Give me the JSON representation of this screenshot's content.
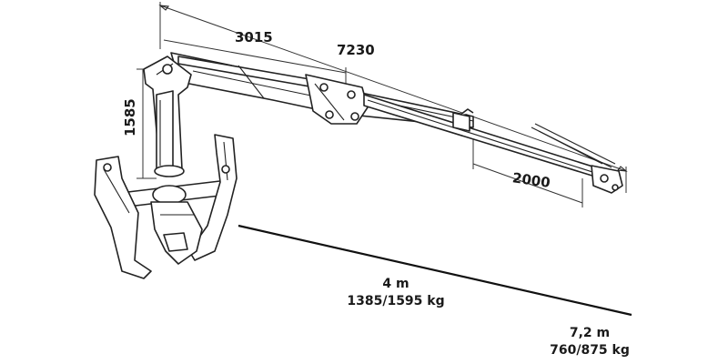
{
  "dimensions": {
    "total_reach": "7230",
    "boom_section": "3015",
    "extension": "2000",
    "column_height": "1585"
  },
  "capacities": {
    "near_distance": "4 m",
    "near_load": "1385/1595 kg",
    "far_distance": "7,2 m",
    "far_load": "760/875 kg"
  }
}
